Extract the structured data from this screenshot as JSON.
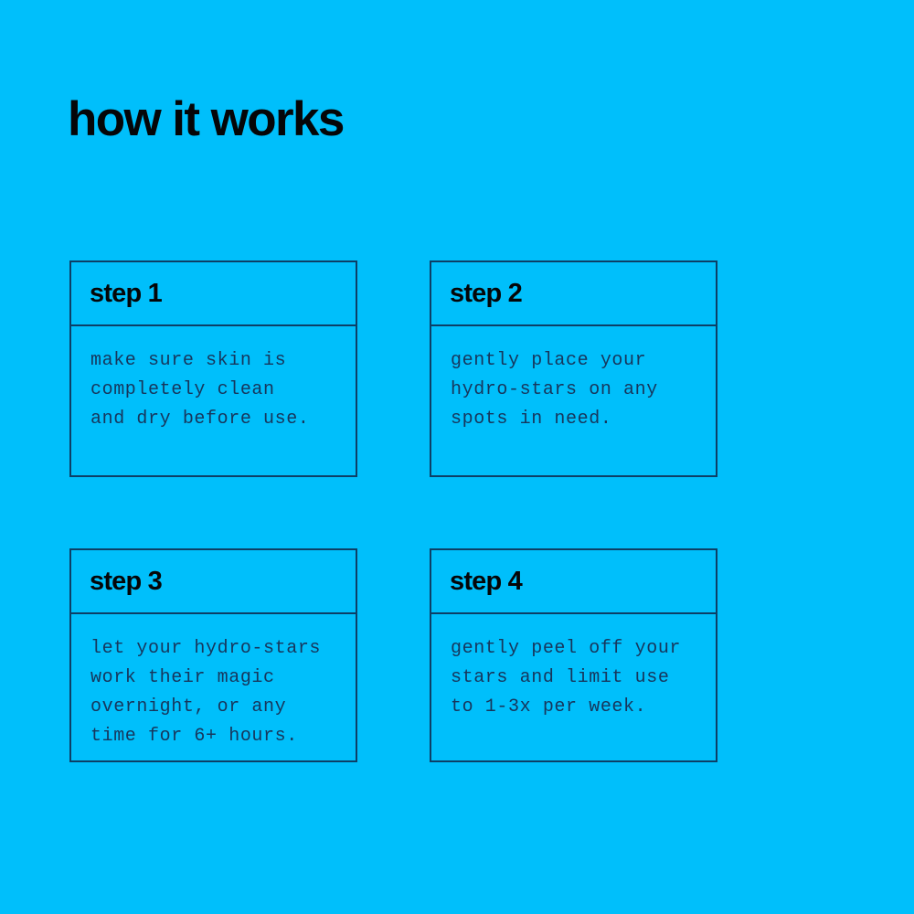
{
  "page": {
    "title": "how it works",
    "background_color": "#00bffb",
    "border_color": "#0d3f66",
    "heading_color": "#050608",
    "body_text_color": "#17365c"
  },
  "cards": [
    {
      "header": "step 1",
      "body": "make sure skin is\ncompletely clean\nand dry before use."
    },
    {
      "header": "step 2",
      "body": "gently place your\nhydro-stars on any\nspots in need."
    },
    {
      "header": "step 3",
      "body": "let your hydro-stars\nwork their magic\novernight, or any\ntime for 6+ hours."
    },
    {
      "header": "step 4",
      "body": "gently peel off your\nstars and limit use\nto 1-3x per week."
    }
  ]
}
